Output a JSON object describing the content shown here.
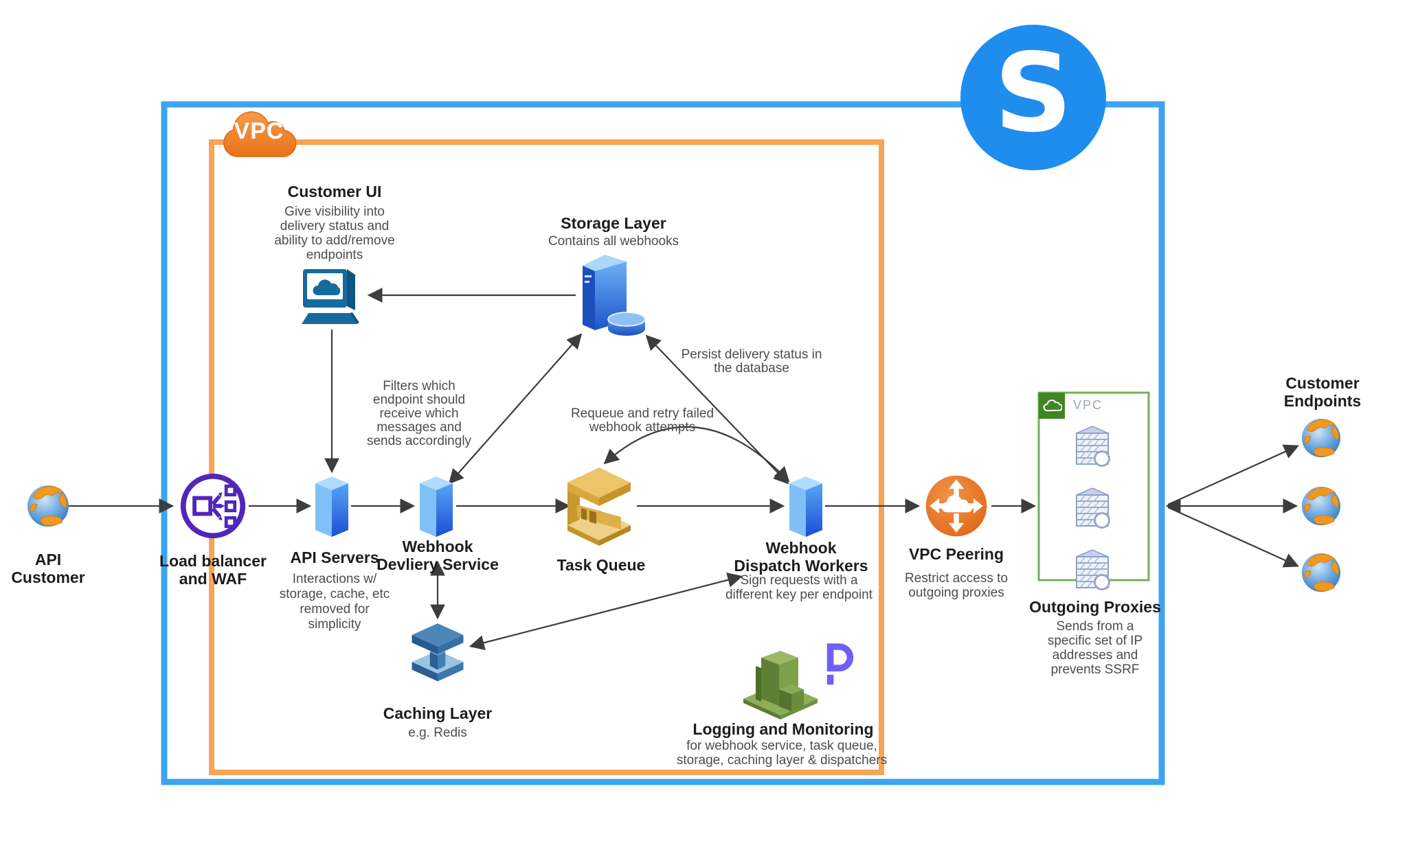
{
  "logo": {
    "letter": "S"
  },
  "vpc_cloud": {
    "label": "VPC"
  },
  "nodes": {
    "api_customer": {
      "title": "API\nCustomer"
    },
    "load_balancer": {
      "title": "Load balancer\nand WAF"
    },
    "customer_ui": {
      "title": "Customer UI",
      "desc": "Give visibility into\ndelivery status and\nability to add/remove\nendpoints"
    },
    "api_servers": {
      "title": "API Servers",
      "desc": "Interactions w/\nstorage, cache, etc\nremoved for\nsimplicity"
    },
    "storage_layer": {
      "title": "Storage Layer",
      "desc": "Contains all webhooks"
    },
    "webhook_delivery": {
      "title": "Webhook\nDevliery Service"
    },
    "task_queue": {
      "title": "Task Queue"
    },
    "dispatch_workers": {
      "title": "Webhook\nDispatch Workers",
      "desc": "Sign requests with a\ndifferent key per endpoint"
    },
    "vpc_peering": {
      "title": "VPC Peering",
      "desc": "Restrict access to\noutgoing proxies"
    },
    "outgoing_proxies": {
      "title": "Outgoing Proxies",
      "desc": "Sends from a\nspecific set of IP\naddresses and\nprevents SSRF",
      "box_label": "VPC"
    },
    "customer_endpoints": {
      "title": "Customer\nEndpoints"
    },
    "caching_layer": {
      "title": "Caching Layer",
      "desc": "e.g. Redis"
    },
    "logging": {
      "title": "Logging and Monitoring",
      "desc": "for webhook service, task queue,\nstorage, caching layer & dispatchers"
    }
  },
  "annotations": {
    "filters": "Filters which\nendpoint should\nreceive which\nmessages and\nsends accordingly",
    "requeue": "Requeue and retry failed\nwebhook attempts",
    "persist": "Persist delivery status in\nthe database"
  },
  "colors": {
    "border_blue": "#3da4ef",
    "border_orange": "#f9a455",
    "logo_blue": "#1f8ded",
    "load_balancer_purple": "#5126b8",
    "peering_orange": "#ec7623",
    "green_box": "#72b159",
    "green_box_badge": "#3f8624",
    "queue_gold": "#d8a83c",
    "node_blue": "#1d55c8",
    "logging_green": "#7da04a",
    "p_logo_purple": "#6f5ff5",
    "arrow": "#3d3d3d"
  }
}
